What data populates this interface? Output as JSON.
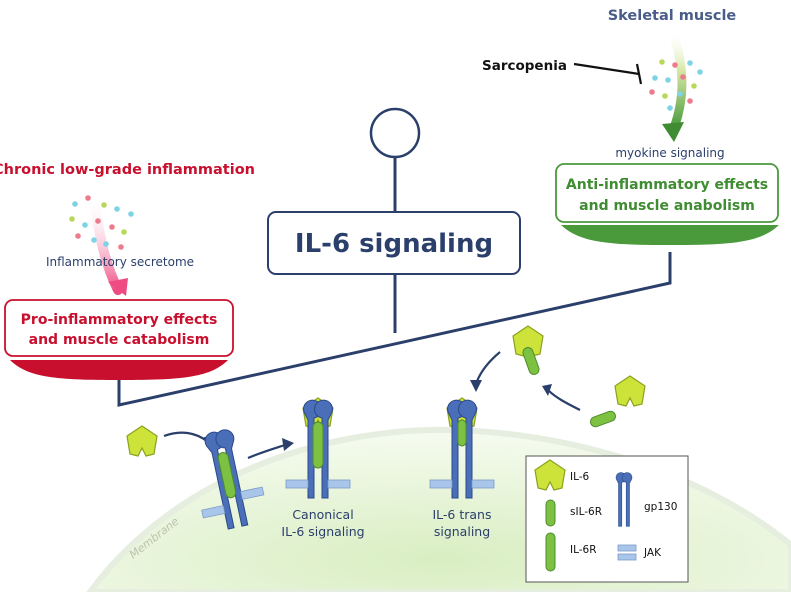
{
  "colors": {
    "navy": "#2b3f6b",
    "crimson": "#c8102e",
    "green": "#4a9a3c",
    "lime": "#cde33a",
    "receptor_blue": "#4a6fb8",
    "jak_blue": "#a9c6ea",
    "membrane_green": "#eaf5dc"
  },
  "center": {
    "title": "IL-6 signaling"
  },
  "left": {
    "heading": "Chronic low-grade inflammation",
    "secretome_label": "Inflammatory secretome",
    "box_line1": "Pro-inflammatory effects",
    "box_line2": "and muscle catabolism"
  },
  "right": {
    "heading": "Skeletal muscle",
    "inhibitor_label": "Sarcopenia",
    "signal_label": "myokine signaling",
    "box_line1": "Anti-inflammatory effects",
    "box_line2": "and muscle anabolism"
  },
  "membrane": {
    "label": "Membrane",
    "canonical_line1": "Canonical",
    "canonical_line2": "IL-6 signaling",
    "trans_line1": "IL-6 trans",
    "trans_line2": "signaling"
  },
  "legend": {
    "il6": "IL-6",
    "sil6r": "sIL-6R",
    "il6r": "IL-6R",
    "gp130": "gp130",
    "jak": "JAK"
  }
}
